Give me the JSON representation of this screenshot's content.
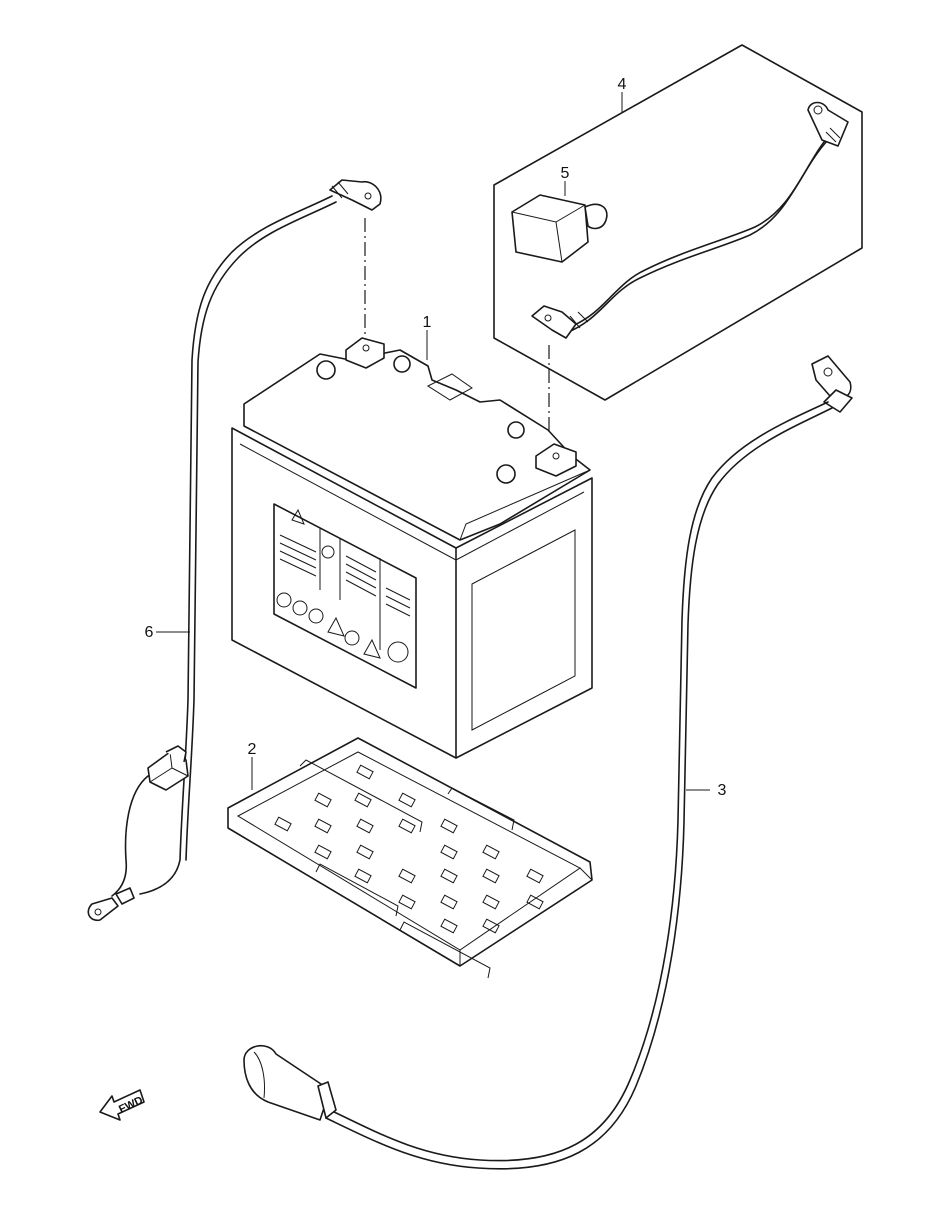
{
  "callouts": [
    {
      "id": "battery",
      "label": "1"
    },
    {
      "id": "battery-tray",
      "label": "2"
    },
    {
      "id": "positive-lead",
      "label": "3"
    },
    {
      "id": "starter-relay-lead-set",
      "label": "4"
    },
    {
      "id": "terminal-cover",
      "label": "5"
    },
    {
      "id": "negative-lead",
      "label": "6"
    }
  ],
  "direction_marker": {
    "text": "FWD",
    "icon": "arrow-forward-icon"
  }
}
